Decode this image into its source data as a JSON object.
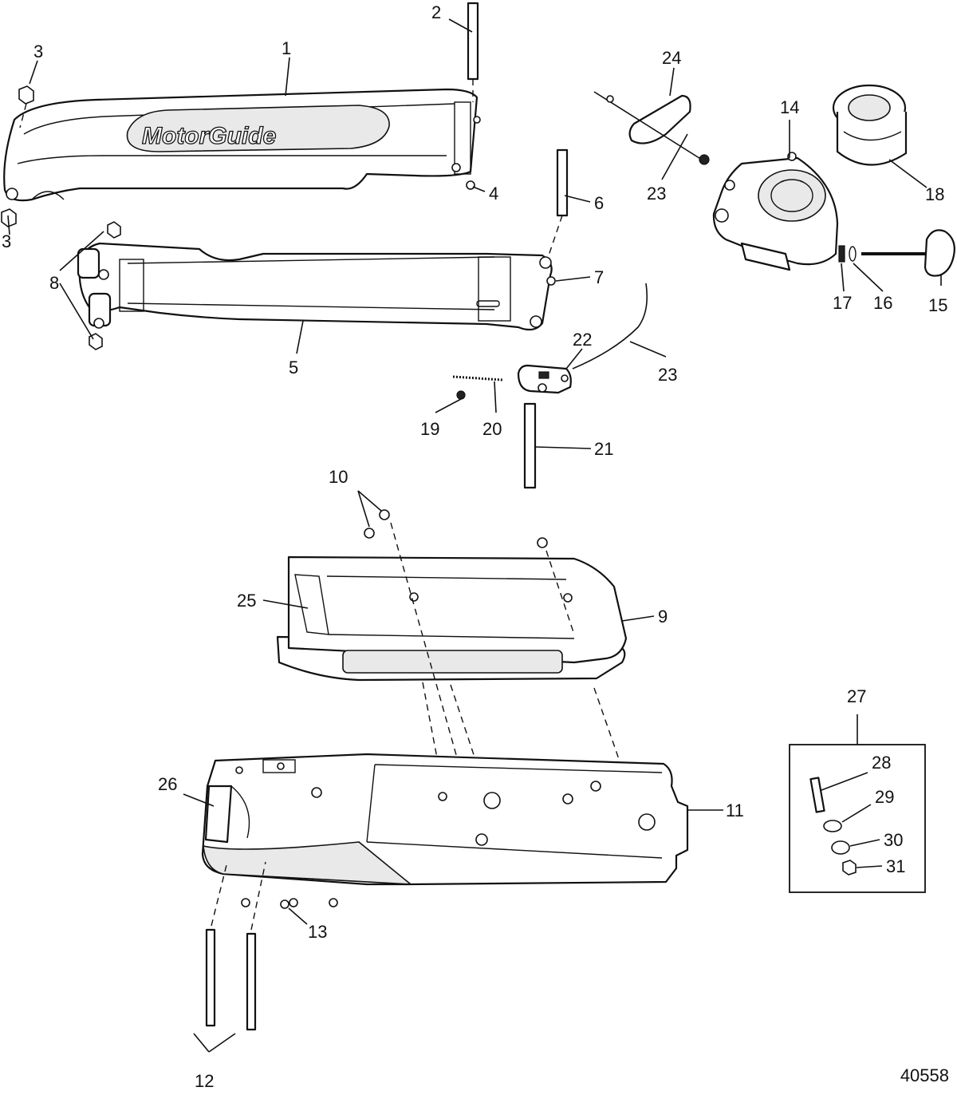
{
  "figure": {
    "id_label": "40558",
    "brand_logo_text": "MotorGuide",
    "callouts": [
      "1",
      "2",
      "3",
      "3",
      "4",
      "5",
      "6",
      "7",
      "8",
      "9",
      "10",
      "11",
      "12",
      "13",
      "14",
      "15",
      "16",
      "17",
      "18",
      "19",
      "20",
      "21",
      "22",
      "23",
      "23",
      "24",
      "25",
      "26",
      "27",
      "28",
      "29",
      "30",
      "31"
    ]
  }
}
